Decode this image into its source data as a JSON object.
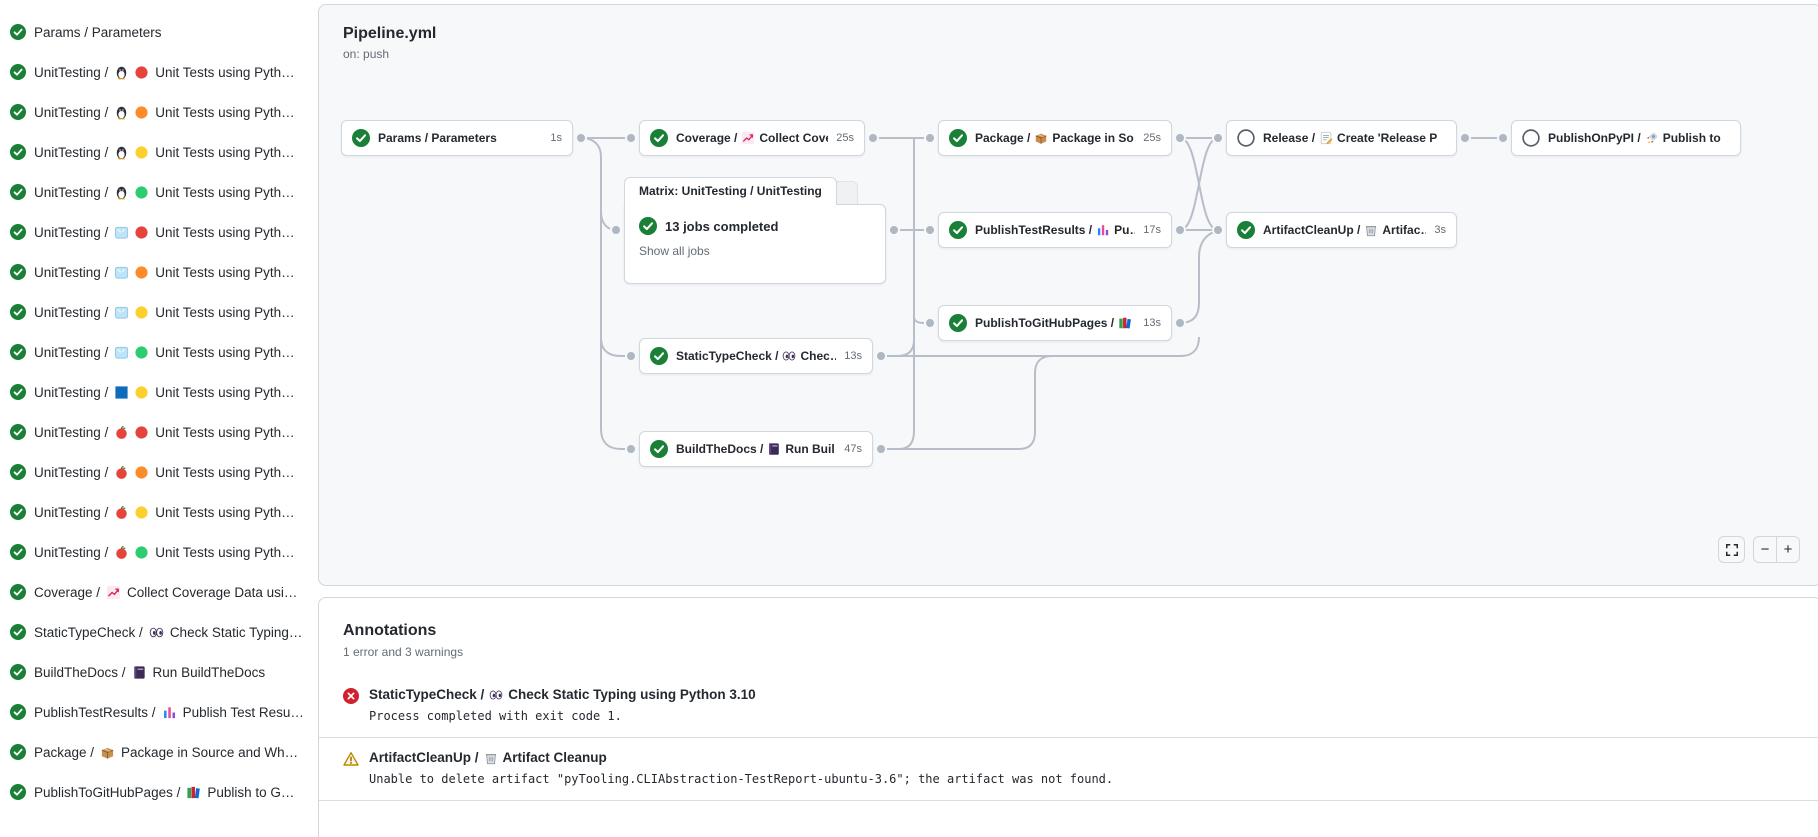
{
  "sidebar": {
    "items": [
      {
        "status": "success",
        "prefix": "Params / Parameters",
        "icons": [],
        "suffix": ""
      },
      {
        "status": "success",
        "prefix": "UnitTesting /",
        "icons": [
          "penguin",
          "red-dot"
        ],
        "suffix": "Unit Tests using Pyth…"
      },
      {
        "status": "success",
        "prefix": "UnitTesting /",
        "icons": [
          "penguin",
          "orange-dot"
        ],
        "suffix": "Unit Tests using Pyth…"
      },
      {
        "status": "success",
        "prefix": "UnitTesting /",
        "icons": [
          "penguin",
          "yellow-dot"
        ],
        "suffix": "Unit Tests using Pyth…"
      },
      {
        "status": "success",
        "prefix": "UnitTesting /",
        "icons": [
          "penguin",
          "green-dot"
        ],
        "suffix": "Unit Tests using Pyth…"
      },
      {
        "status": "success",
        "prefix": "UnitTesting /",
        "icons": [
          "ice",
          "red-dot"
        ],
        "suffix": "Unit Tests using Pyth…"
      },
      {
        "status": "success",
        "prefix": "UnitTesting /",
        "icons": [
          "ice",
          "orange-dot"
        ],
        "suffix": "Unit Tests using Pyth…"
      },
      {
        "status": "success",
        "prefix": "UnitTesting /",
        "icons": [
          "ice",
          "yellow-dot"
        ],
        "suffix": "Unit Tests using Pyth…"
      },
      {
        "status": "success",
        "prefix": "UnitTesting /",
        "icons": [
          "ice",
          "green-dot"
        ],
        "suffix": "Unit Tests using Pyth…"
      },
      {
        "status": "success",
        "prefix": "UnitTesting /",
        "icons": [
          "winblue",
          "yellow-dot"
        ],
        "suffix": "Unit Tests using Pyth…"
      },
      {
        "status": "success",
        "prefix": "UnitTesting /",
        "icons": [
          "apple",
          "red-dot"
        ],
        "suffix": "Unit Tests using Pyth…"
      },
      {
        "status": "success",
        "prefix": "UnitTesting /",
        "icons": [
          "apple",
          "orange-dot"
        ],
        "suffix": "Unit Tests using Pyth…"
      },
      {
        "status": "success",
        "prefix": "UnitTesting /",
        "icons": [
          "apple",
          "yellow-dot"
        ],
        "suffix": "Unit Tests using Pyth…"
      },
      {
        "status": "success",
        "prefix": "UnitTesting /",
        "icons": [
          "apple",
          "green-dot"
        ],
        "suffix": "Unit Tests using Pyth…"
      },
      {
        "status": "success",
        "prefix": "Coverage /",
        "icons": [
          "chart-up"
        ],
        "suffix": "Collect Coverage Data usi…"
      },
      {
        "status": "success",
        "prefix": "StaticTypeCheck /",
        "icons": [
          "eyes"
        ],
        "suffix": "Check Static Typing…"
      },
      {
        "status": "success",
        "prefix": "BuildTheDocs /",
        "icons": [
          "notebook"
        ],
        "suffix": "Run BuildTheDocs"
      },
      {
        "status": "success",
        "prefix": "PublishTestResults /",
        "icons": [
          "barchart"
        ],
        "suffix": "Publish Test Resu…"
      },
      {
        "status": "success",
        "prefix": "Package /",
        "icons": [
          "package"
        ],
        "suffix": "Package in Source and Wh…"
      },
      {
        "status": "success",
        "prefix": "PublishToGitHubPages /",
        "icons": [
          "books"
        ],
        "suffix": "Publish to G…"
      }
    ]
  },
  "pipeline": {
    "title": "Pipeline.yml",
    "trigger": "on: push",
    "nodes": {
      "params": {
        "status": "success",
        "prefix": "Params / Parameters",
        "icon": "",
        "suffix": "",
        "duration": "1s"
      },
      "coverage": {
        "status": "success",
        "prefix": "Coverage /",
        "icon": "chart-up",
        "suffix": "Collect Cove…",
        "duration": "25s"
      },
      "package": {
        "status": "success",
        "prefix": "Package /",
        "icon": "package",
        "suffix": "Package in So…",
        "duration": "25s"
      },
      "release": {
        "status": "skipped",
        "prefix": "Release /",
        "icon": "memo",
        "suffix": "Create 'Release P…",
        "duration": ""
      },
      "pypi": {
        "status": "skipped",
        "prefix": "PublishOnPyPI /",
        "icon": "rocket",
        "suffix": "Publish to …",
        "duration": ""
      },
      "ptr": {
        "status": "success",
        "prefix": "PublishTestResults /",
        "icon": "barchart",
        "suffix": "Pu…",
        "duration": "17s"
      },
      "acu": {
        "status": "success",
        "prefix": "ArtifactCleanUp /",
        "icon": "trash",
        "suffix": "Artifac…",
        "duration": "3s"
      },
      "ptghp": {
        "status": "success",
        "prefix": "PublishToGitHubPages /",
        "icon": "books",
        "suffix": "…",
        "duration": "13s"
      },
      "stc": {
        "status": "success",
        "prefix": "StaticTypeCheck /",
        "icon": "eyes",
        "suffix": "Chec…",
        "duration": "13s"
      },
      "btd": {
        "status": "success",
        "prefix": "BuildTheDocs /",
        "icon": "notebook",
        "suffix": "Run Buil…",
        "duration": "47s"
      }
    },
    "matrix": {
      "tab": "Matrix: UnitTesting / UnitTesting",
      "status": "success",
      "summary": "13 jobs completed",
      "link": "Show all jobs"
    },
    "controls": {
      "zoom_out": "−",
      "zoom_in": "+"
    }
  },
  "annotations": {
    "title": "Annotations",
    "summary": "1 error and 3 warnings",
    "items": [
      {
        "status": "error",
        "prefix": "StaticTypeCheck /",
        "icons": [
          "eyes"
        ],
        "suffix": "Check Static Typing using Python 3.10",
        "message": "Process completed with exit code 1."
      },
      {
        "status": "warning",
        "prefix": "ArtifactCleanUp /",
        "icons": [
          "trash"
        ],
        "suffix": "Artifact Cleanup",
        "message": "Unable to delete artifact \"pyTooling.CLIAbstraction-TestReport-ubuntu-3.6\"; the artifact was not found."
      }
    ]
  }
}
